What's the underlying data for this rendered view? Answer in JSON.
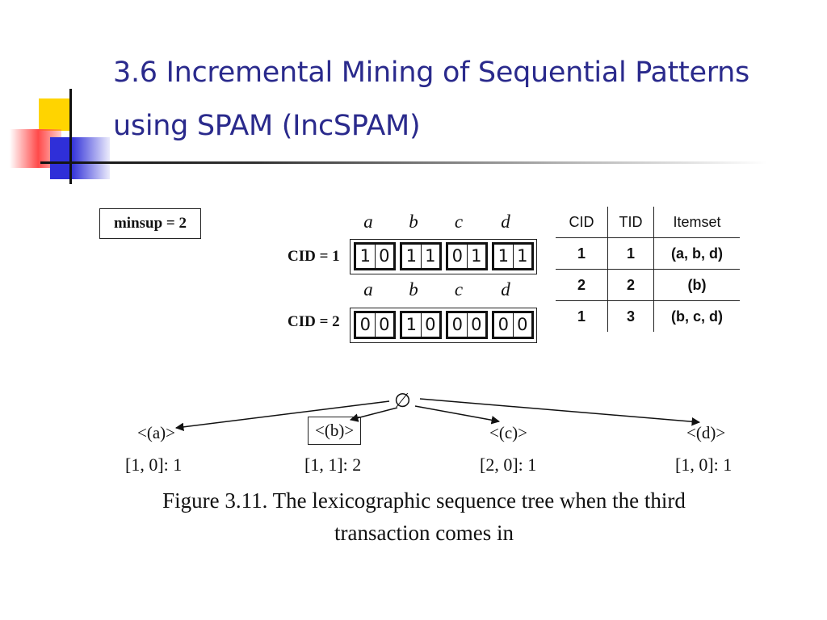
{
  "slide": {
    "title_line1": "3.6 Incremental Mining of Sequential Patterns",
    "title_line2": "using SPAM (IncSPAM)"
  },
  "figure": {
    "minsup_label": "minsup = 2",
    "bitmap_columns": [
      "a",
      "b",
      "c",
      "d"
    ],
    "bitmap_rows": [
      {
        "label": "CID = 1",
        "bits": [
          [
            "1",
            "0"
          ],
          [
            "1",
            "1"
          ],
          [
            "0",
            "1"
          ],
          [
            "1",
            "1"
          ]
        ]
      },
      {
        "label": "CID = 2",
        "bits": [
          [
            "0",
            "0"
          ],
          [
            "1",
            "0"
          ],
          [
            "0",
            "0"
          ],
          [
            "0",
            "0"
          ]
        ]
      }
    ],
    "transaction_table": {
      "headers": [
        "CID",
        "TID",
        "Itemset"
      ],
      "rows": [
        [
          "1",
          "1",
          "(a, b, d)"
        ],
        [
          "2",
          "2",
          "(b)"
        ],
        [
          "1",
          "3",
          "(b, c, d)"
        ]
      ]
    },
    "tree": {
      "root": "∅",
      "nodes": [
        {
          "label": "<(a)>",
          "support": "[1, 0]: 1"
        },
        {
          "label": "<(b)>",
          "support": "[1, 1]: 2"
        },
        {
          "label": "<(c)>",
          "support": "[2, 0]: 1"
        },
        {
          "label": "<(d)>",
          "support": "[1, 0]: 1"
        }
      ]
    },
    "caption_line1": "Figure 3.11. The lexicographic sequence tree when the third",
    "caption_line2": "transaction comes in"
  }
}
